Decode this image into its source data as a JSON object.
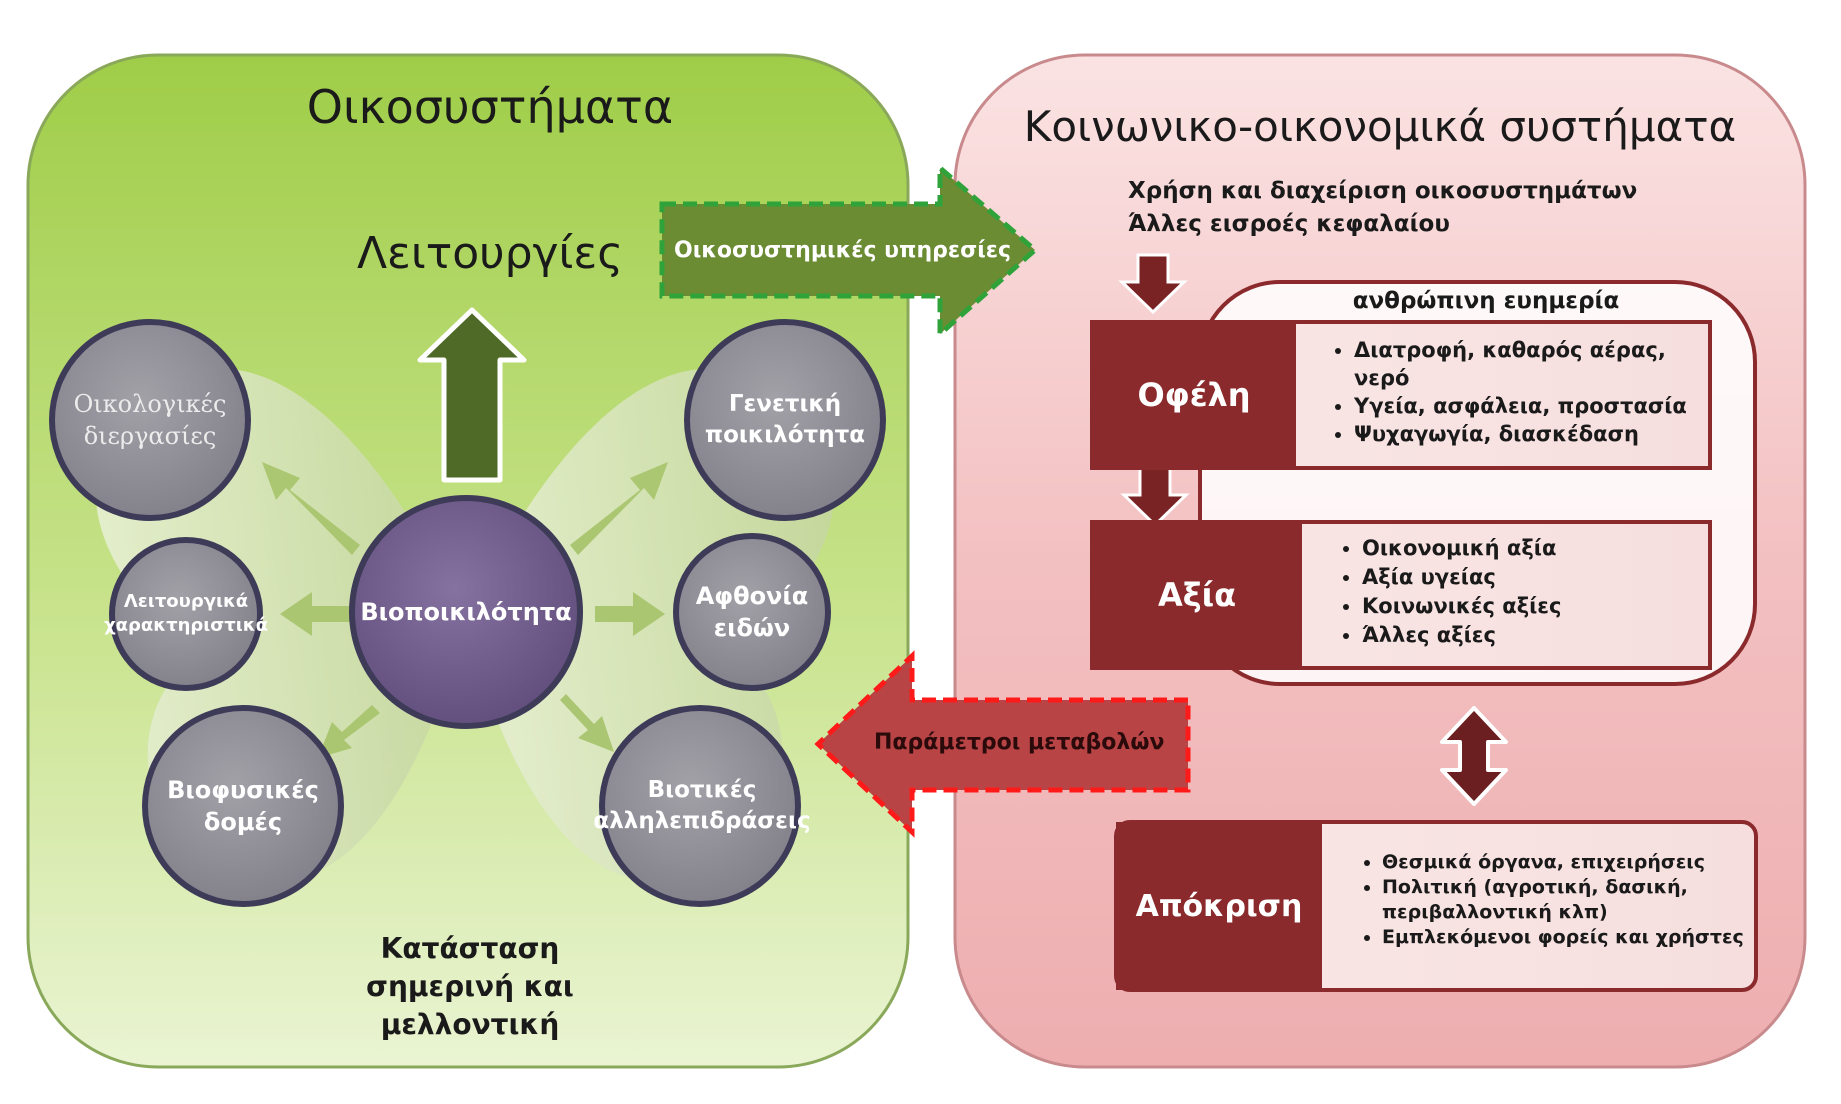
{
  "ecosystems": {
    "title": "Οικοσυστήματα",
    "functions_label": "Λειτουργίες",
    "state_label_line1": "Κατάσταση",
    "state_label_line2": "σημερινή και μελλοντική",
    "center_circle": "Βιοποικιλότητα",
    "circles": {
      "ecological_processes": "Οικολογικές διεργασίες",
      "genetic_diversity": "Γενετική ποικιλότητα",
      "functional_traits": "Λειτουργικά χαρακτηριστικά",
      "species_abundance": "Αφθονία ειδών",
      "biophysical_structures": "Βιοφυσικές δομές",
      "biotic_interactions": "Βιοτικές αλληλεπιδράσεις"
    }
  },
  "arrows": {
    "ecosystem_services": "Οικοσυστημικές υπηρεσίες",
    "drivers_of_change": "Παράμετροι μεταβολών"
  },
  "socioeconomic": {
    "title": "Κοινωνικο-οικονομικά συστήματα",
    "inputs_line1": "Χρήση και διαχείριση οικοσυστημάτων",
    "inputs_line2": "Άλλες εισροές κεφαλαίου",
    "wellbeing_label": "ανθρώπινη ευημερία",
    "benefits": {
      "label": "Οφέλη",
      "items": [
        "Διατροφή, καθαρός αέρας, νερό",
        "Υγεία, ασφάλεια, προστασία",
        "Ψυχαγωγία, διασκέδαση"
      ]
    },
    "value": {
      "label": "Αξία",
      "items": [
        "Οικονομική αξία",
        "Αξία υγείας",
        "Κοινωνικές αξίες",
        "Άλλες αξίες"
      ]
    },
    "response": {
      "label": "Απόκριση",
      "items": [
        "Θεσμικά όργανα, επιχειρήσεις",
        "Πολιτική (αγροτική, δασική, περιβαλλοντική κλπ)",
        "Εμπλεκόμενοι φορείς και χρήστες"
      ]
    }
  },
  "colors": {
    "green_panel": "#a9d157",
    "pink_panel": "#f2c3c4",
    "circle_fill": "#8e8c94",
    "center_circle_fill": "#6f5b88",
    "dark_green_arrow": "#4f6a26",
    "dark_red_box": "#8b2a2c",
    "red_arrow": "#b84445"
  }
}
